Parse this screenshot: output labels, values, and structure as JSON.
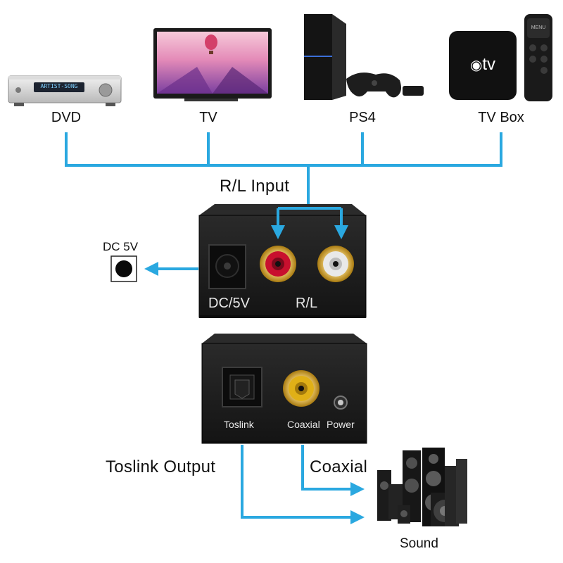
{
  "sources": {
    "dvd": "DVD",
    "tv": "TV",
    "ps4": "PS4",
    "tvbox": "TV Box"
  },
  "device_text": {
    "dvd_display": "ARTIST-SONG",
    "tvbox_logo": "tv",
    "remote_menu": "MENU"
  },
  "input_label": "R/L Input",
  "dc_label": "DC 5V",
  "input_unit": {
    "dc_port": "DC/5V",
    "rl_port": "R/L"
  },
  "output_unit": {
    "toslink_port": "Toslink",
    "coaxial_port": "Coaxial",
    "power_port": "Power"
  },
  "toslink_output_label": "Toslink Output",
  "coaxial_label": "Coaxial",
  "sound_label": "Sound",
  "colors": {
    "line": "#2aa8e0",
    "box": "#1b1b1b",
    "rca_red": "#c8102e",
    "rca_gold": "#d9a520"
  }
}
